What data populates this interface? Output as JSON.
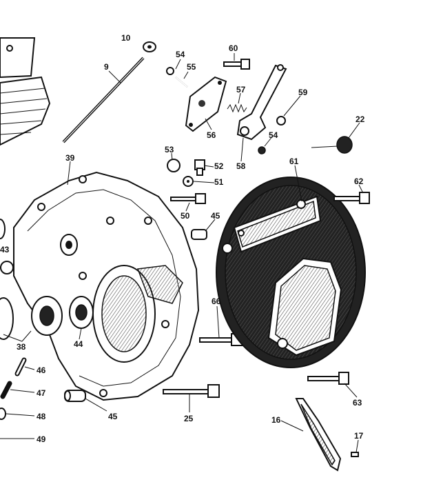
{
  "labels": {
    "p9": "9",
    "p10": "10",
    "p54a": "54",
    "p55": "55",
    "p60": "60",
    "p57": "57",
    "p59": "59",
    "p56": "56",
    "p54b": "54",
    "p58": "58",
    "p22": "22",
    "p53": "53",
    "p52": "52",
    "p51": "51",
    "p39": "39",
    "p61": "61",
    "p62": "62",
    "p50": "50",
    "p45a": "45",
    "p43": "43",
    "p66": "66",
    "p38": "38",
    "p44": "44",
    "p46": "46",
    "p47": "47",
    "p48": "48",
    "p49": "49",
    "p45b": "45",
    "p25": "25",
    "p63": "63",
    "p16": "16",
    "p17": "17"
  }
}
